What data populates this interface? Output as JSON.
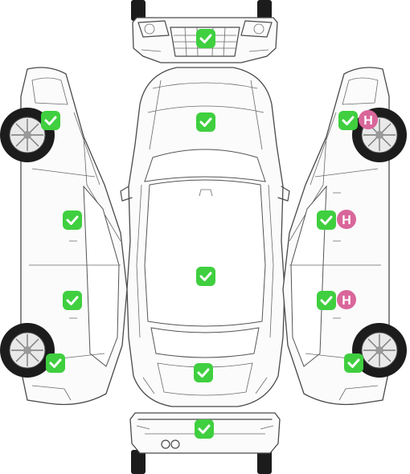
{
  "colors": {
    "ok": "#3fcf3f",
    "ok_dark": "#2fb52f",
    "h_badge": "#d9669a",
    "line": "#4a4a4a",
    "tire": "#1c1c1c"
  },
  "icons": {
    "ok": "checkmark-icon",
    "h": "h-badge-icon"
  },
  "h_badge_label": "H",
  "zones": [
    {
      "id": "front-bumper",
      "status": "ok"
    },
    {
      "id": "hood",
      "status": "ok"
    },
    {
      "id": "roof",
      "status": "ok"
    },
    {
      "id": "trunk",
      "status": "ok"
    },
    {
      "id": "rear-bumper",
      "status": "ok"
    },
    {
      "id": "left-front-wheel",
      "status": "ok"
    },
    {
      "id": "left-front-door",
      "status": "ok"
    },
    {
      "id": "left-rear-door",
      "status": "ok"
    },
    {
      "id": "left-rear-wheel",
      "status": "ok"
    },
    {
      "id": "right-front-wheel",
      "status": "ok",
      "flag": "H"
    },
    {
      "id": "right-front-door",
      "status": "ok",
      "flag": "H"
    },
    {
      "id": "right-rear-door",
      "status": "ok",
      "flag": "H"
    },
    {
      "id": "right-rear-wheel",
      "status": "ok"
    }
  ]
}
